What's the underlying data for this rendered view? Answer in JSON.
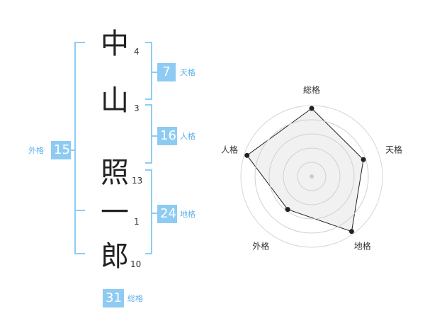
{
  "name": {
    "chars": [
      {
        "char": "中",
        "strokes": "4"
      },
      {
        "char": "山",
        "strokes": "3"
      },
      {
        "char": "照",
        "strokes": "13"
      },
      {
        "char": "一",
        "strokes": "1"
      },
      {
        "char": "郎",
        "strokes": "10"
      }
    ]
  },
  "kaku": {
    "tenkaku": {
      "value": "7",
      "label": "天格"
    },
    "jinkaku": {
      "value": "16",
      "label": "人格"
    },
    "chikaku": {
      "value": "24",
      "label": "地格"
    },
    "gaikaku": {
      "value": "15",
      "label": "外格"
    },
    "soukaku": {
      "value": "31",
      "label": "総格"
    }
  },
  "colors": {
    "bracket": "#8ecbf3",
    "badge": "#8ecbf3",
    "label": "#5fb2ea",
    "radar_fill": "#eeeeee"
  },
  "chart_data": {
    "type": "radar",
    "axes": [
      "総格",
      "天格",
      "地格",
      "外格",
      "人格"
    ],
    "values": [
      5,
      4,
      5,
      3,
      5
    ],
    "range": [
      0,
      5
    ],
    "rings": 5
  }
}
